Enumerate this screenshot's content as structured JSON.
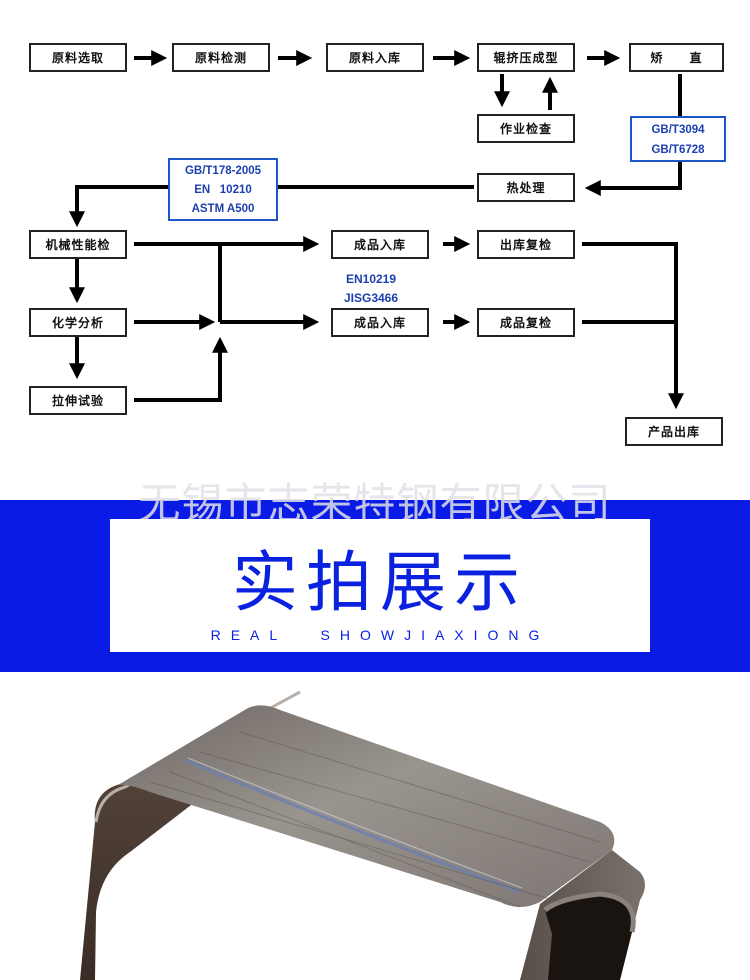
{
  "process": {
    "raw_select": "原料选取",
    "raw_inspect": "原料检测",
    "raw_storage": "原料入库",
    "roll_forming": "辊挤压成型",
    "straighten": "矫　　直",
    "work_inspect": "作业检查",
    "heat_treat": "热处理",
    "mech_test": "机械性能检",
    "chem_analysis": "化学分析",
    "tensile_test": "拉伸试验",
    "product_storage_1": "成品入库",
    "product_storage_2": "成品入库",
    "outbound_recheck": "出库复检",
    "product_recheck": "成品复检",
    "product_outbound": "产品出库"
  },
  "standards": {
    "straighten_box": [
      "GB/T3094",
      "GB/T6728"
    ],
    "heat_box": [
      "GB/T178-2005",
      "EN   10210",
      "ASTM A500"
    ],
    "storage_labels": [
      "EN10219",
      "JISG3466"
    ]
  },
  "watermark": "无锡市志荣特钢有限公司",
  "showcase": {
    "title": "实拍展示",
    "subtitle": "REAL SHOWJIAXIONG"
  },
  "colors": {
    "accent_blue": "#0a1be6",
    "standard_blue": "#1c3fb0"
  }
}
